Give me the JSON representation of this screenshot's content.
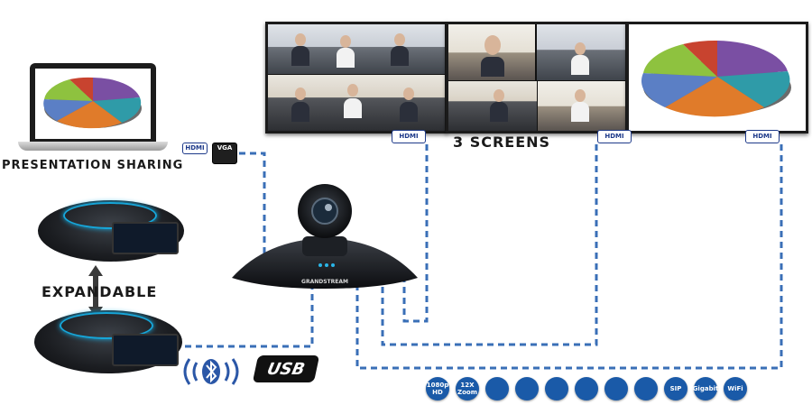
{
  "labels": {
    "presentation_sharing": "PRESENTATION SHARING",
    "three_screens": "3 SCREENS",
    "expandable": "EXPANDABLE",
    "usb": "USB",
    "device_brand": "GRANDSTREAM"
  },
  "ports": {
    "hdmi": "HDMI",
    "vga": "VGA"
  },
  "features": [
    {
      "icon": "camera-1080p-icon",
      "text": "1080p HD"
    },
    {
      "icon": "zoom-icon",
      "text": "12X Zoom"
    },
    {
      "icon": "network-icon",
      "text": ""
    },
    {
      "icon": "meeting-icon",
      "text": ""
    },
    {
      "icon": "presentation-icon",
      "text": ""
    },
    {
      "icon": "video-camera-icon",
      "text": ""
    },
    {
      "icon": "monitor-icon",
      "text": ""
    },
    {
      "icon": "android-icon",
      "text": ""
    },
    {
      "icon": "sip-icon",
      "text": "SIP"
    },
    {
      "icon": "gigabit-icon",
      "text": "Gigabit"
    },
    {
      "icon": "wifi-icon",
      "text": "WiFi"
    }
  ],
  "colors": {
    "cable": "#3a6fb7",
    "accent_blue": "#1a5aa8",
    "ring_glow": "#16a5d8"
  }
}
